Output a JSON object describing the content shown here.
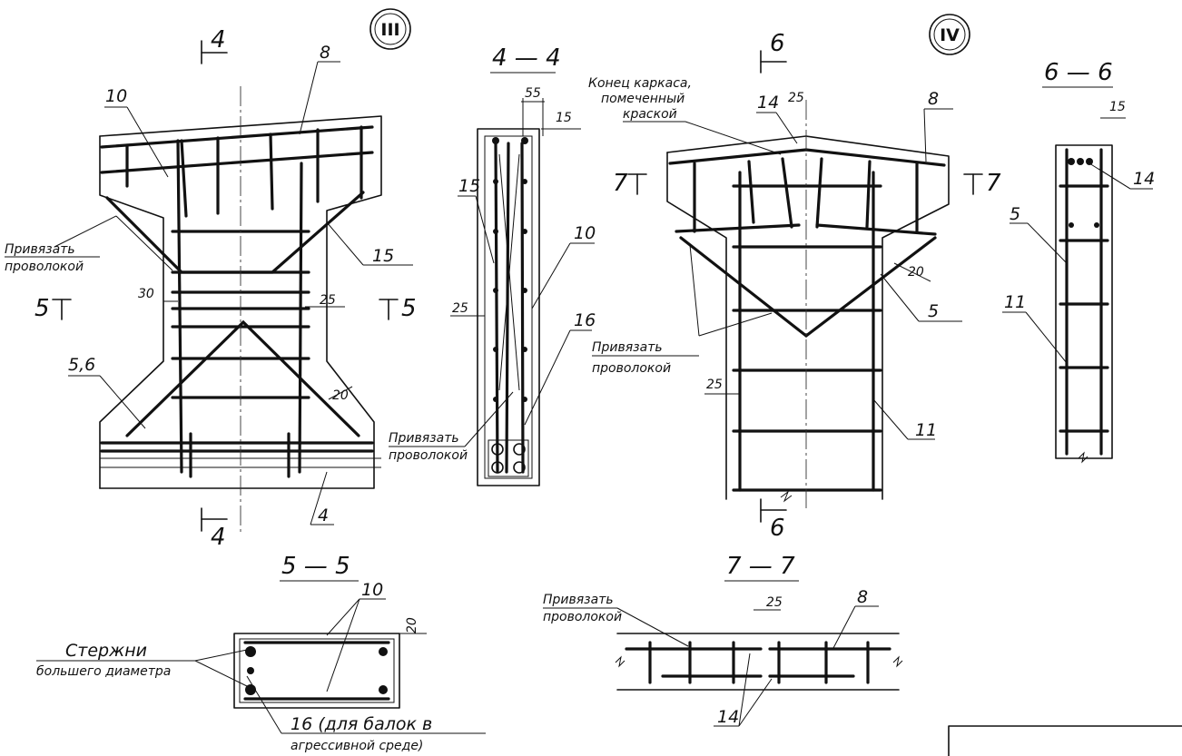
{
  "circles": [
    "III",
    "IV"
  ],
  "section_titles": [
    "4 — 4",
    "6 — 6",
    "5 — 5",
    "7 — 7"
  ],
  "section_marks": {
    "four": "4",
    "five": "5",
    "six": "6",
    "seven": "7"
  },
  "positions": [
    "8",
    "10",
    "15",
    "4",
    "5,6",
    "14",
    "5",
    "11",
    "16"
  ],
  "dims": [
    "30",
    "25",
    "20",
    "55",
    "15"
  ],
  "notes": {
    "tie_wire_line1": "Привязать",
    "tie_wire_line2": "проволокой",
    "frame_end_line1": "Конец каркаса,",
    "frame_end_line2": "помеченный",
    "frame_end_line3": "краской",
    "bars_line1": "Стержни",
    "bars_line2": "большего диаметра",
    "aggr_line1": "16 (для балок в",
    "aggr_line2": "агрессивной среде)"
  }
}
